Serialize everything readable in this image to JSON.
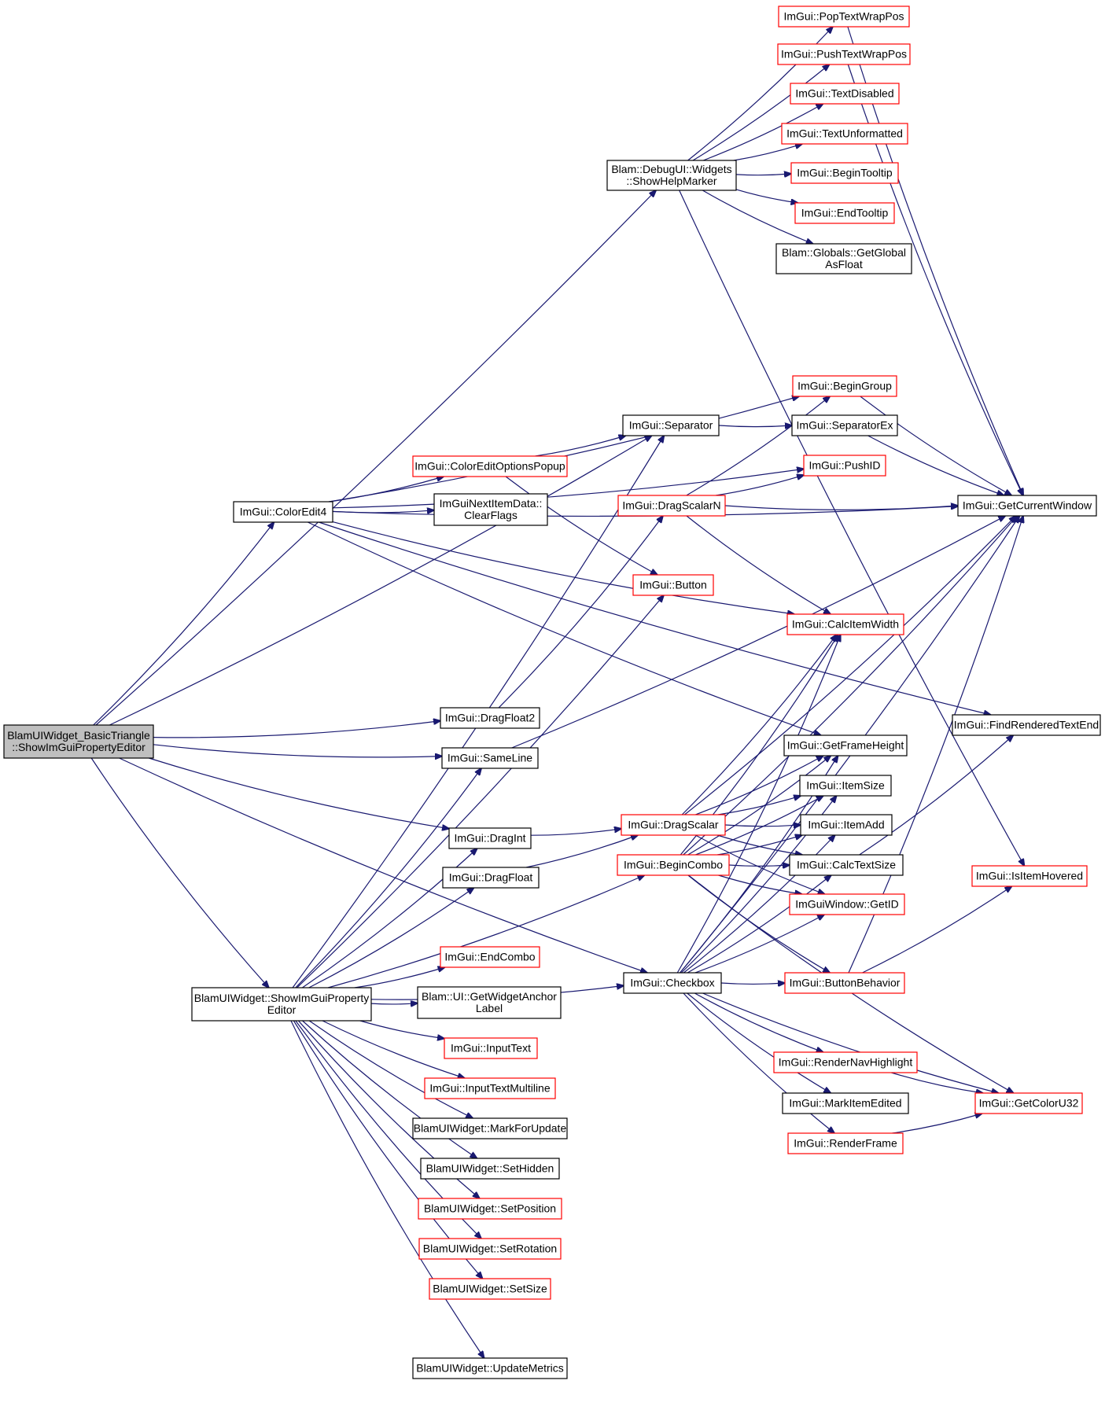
{
  "colors": {
    "edge": "#191970",
    "border_black": "#000000",
    "border_red": "#ff0000",
    "root_fill": "#bfbfbf",
    "fill": "#ffffff"
  },
  "nodes": {
    "root": {
      "lines": [
        "BlamUIWidget_BasicTriangle",
        "::ShowImGuiPropertyEditor"
      ],
      "border": "black",
      "fill": "gray"
    },
    "showHelp": {
      "lines": [
        "Blam::DebugUI::Widgets",
        "::ShowHelpMarker"
      ],
      "border": "black"
    },
    "popWrap": {
      "lines": [
        "ImGui::PopTextWrapPos"
      ],
      "border": "red"
    },
    "pushWrap": {
      "lines": [
        "ImGui::PushTextWrapPos"
      ],
      "border": "red"
    },
    "textDisabled": {
      "lines": [
        "ImGui::TextDisabled"
      ],
      "border": "red"
    },
    "textUnformatted": {
      "lines": [
        "ImGui::TextUnformatted"
      ],
      "border": "red"
    },
    "beginTooltip": {
      "lines": [
        "ImGui::BeginTooltip"
      ],
      "border": "red"
    },
    "endTooltip": {
      "lines": [
        "ImGui::EndTooltip"
      ],
      "border": "red"
    },
    "getGlobal": {
      "lines": [
        "Blam::Globals::GetGlobal",
        "AsFloat"
      ],
      "border": "black"
    },
    "beginGroup": {
      "lines": [
        "ImGui::BeginGroup"
      ],
      "border": "red"
    },
    "separator": {
      "lines": [
        "ImGui::Separator"
      ],
      "border": "black"
    },
    "separatorEx": {
      "lines": [
        "ImGui::SeparatorEx"
      ],
      "border": "black"
    },
    "colorEditOpt": {
      "lines": [
        "ImGui::ColorEditOptionsPopup"
      ],
      "border": "red"
    },
    "pushID": {
      "lines": [
        "ImGui::PushID"
      ],
      "border": "red"
    },
    "colorEdit4": {
      "lines": [
        "ImGui::ColorEdit4"
      ],
      "border": "black"
    },
    "clearFlags": {
      "lines": [
        "ImGuiNextItemData::",
        "ClearFlags"
      ],
      "border": "black"
    },
    "dragScalarN": {
      "lines": [
        "ImGui::DragScalarN"
      ],
      "border": "red"
    },
    "getCurWin": {
      "lines": [
        "ImGui::GetCurrentWindow"
      ],
      "border": "black"
    },
    "button": {
      "lines": [
        "ImGui::Button"
      ],
      "border": "red"
    },
    "calcItemWidth": {
      "lines": [
        "ImGui::CalcItemWidth"
      ],
      "border": "red"
    },
    "dragFloat2": {
      "lines": [
        "ImGui::DragFloat2"
      ],
      "border": "black"
    },
    "findRendered": {
      "lines": [
        "ImGui::FindRenderedTextEnd"
      ],
      "border": "black"
    },
    "sameLine": {
      "lines": [
        "ImGui::SameLine"
      ],
      "border": "black"
    },
    "getFrameHeight": {
      "lines": [
        "ImGui::GetFrameHeight"
      ],
      "border": "black"
    },
    "itemSize": {
      "lines": [
        "ImGui::ItemSize"
      ],
      "border": "black"
    },
    "dragInt": {
      "lines": [
        "ImGui::DragInt"
      ],
      "border": "black"
    },
    "dragScalar": {
      "lines": [
        "ImGui::DragScalar"
      ],
      "border": "red"
    },
    "itemAdd": {
      "lines": [
        "ImGui::ItemAdd"
      ],
      "border": "black"
    },
    "beginCombo": {
      "lines": [
        "ImGui::BeginCombo"
      ],
      "border": "red"
    },
    "calcTextSize": {
      "lines": [
        "ImGui::CalcTextSize"
      ],
      "border": "black"
    },
    "dragFloat": {
      "lines": [
        "ImGui::DragFloat"
      ],
      "border": "black"
    },
    "isItemHovered": {
      "lines": [
        "ImGui::IsItemHovered"
      ],
      "border": "red"
    },
    "getID": {
      "lines": [
        "ImGuiWindow::GetID"
      ],
      "border": "red"
    },
    "endCombo": {
      "lines": [
        "ImGui::EndCombo"
      ],
      "border": "red"
    },
    "checkbox": {
      "lines": [
        "ImGui::Checkbox"
      ],
      "border": "black"
    },
    "buttonBehavior": {
      "lines": [
        "ImGui::ButtonBehavior"
      ],
      "border": "red"
    },
    "showProp": {
      "lines": [
        "BlamUIWidget::ShowImGuiProperty",
        "Editor"
      ],
      "border": "black"
    },
    "getWidgetAnchor": {
      "lines": [
        "Blam::UI::GetWidgetAnchor",
        "Label"
      ],
      "border": "black"
    },
    "inputText": {
      "lines": [
        "ImGui::InputText"
      ],
      "border": "red"
    },
    "renderNavHighlight": {
      "lines": [
        "ImGui::RenderNavHighlight"
      ],
      "border": "red"
    },
    "inputTextMulti": {
      "lines": [
        "ImGui::InputTextMultiline"
      ],
      "border": "red"
    },
    "getColorU32": {
      "lines": [
        "ImGui::GetColorU32"
      ],
      "border": "red"
    },
    "markItemEdited": {
      "lines": [
        "ImGui::MarkItemEdited"
      ],
      "border": "black"
    },
    "markForUpdate": {
      "lines": [
        "BlamUIWidget::MarkForUpdate"
      ],
      "border": "black"
    },
    "renderFrame": {
      "lines": [
        "ImGui::RenderFrame"
      ],
      "border": "red"
    },
    "setHidden": {
      "lines": [
        "BlamUIWidget::SetHidden"
      ],
      "border": "black"
    },
    "setPosition": {
      "lines": [
        "BlamUIWidget::SetPosition"
      ],
      "border": "red"
    },
    "setRotation": {
      "lines": [
        "BlamUIWidget::SetRotation"
      ],
      "border": "red"
    },
    "setSize": {
      "lines": [
        "BlamUIWidget::SetSize"
      ],
      "border": "red"
    },
    "updateMetrics": {
      "lines": [
        "BlamUIWidget::UpdateMetrics"
      ],
      "border": "black"
    }
  },
  "edges": [
    [
      "root",
      "showHelp"
    ],
    [
      "root",
      "colorEdit4"
    ],
    [
      "root",
      "separator"
    ],
    [
      "root",
      "dragFloat2"
    ],
    [
      "root",
      "sameLine"
    ],
    [
      "root",
      "dragInt"
    ],
    [
      "root",
      "showProp"
    ],
    [
      "root",
      "checkbox"
    ],
    [
      "showHelp",
      "popWrap"
    ],
    [
      "showHelp",
      "pushWrap"
    ],
    [
      "showHelp",
      "textDisabled"
    ],
    [
      "showHelp",
      "textUnformatted"
    ],
    [
      "showHelp",
      "beginTooltip"
    ],
    [
      "showHelp",
      "endTooltip"
    ],
    [
      "showHelp",
      "getGlobal"
    ],
    [
      "showHelp",
      "isItemHovered"
    ],
    [
      "popWrap",
      "getCurWin"
    ],
    [
      "pushWrap",
      "getCurWin"
    ],
    [
      "colorEdit4",
      "beginGroup"
    ],
    [
      "colorEdit4",
      "pushID"
    ],
    [
      "colorEdit4",
      "colorEditOpt"
    ],
    [
      "colorEdit4",
      "clearFlags"
    ],
    [
      "colorEdit4",
      "getCurWin"
    ],
    [
      "colorEdit4",
      "calcItemWidth"
    ],
    [
      "colorEdit4",
      "findRendered"
    ],
    [
      "colorEdit4",
      "getFrameHeight"
    ],
    [
      "colorEditOpt",
      "separator"
    ],
    [
      "colorEditOpt",
      "button"
    ],
    [
      "separator",
      "separatorEx"
    ],
    [
      "separatorEx",
      "getCurWin"
    ],
    [
      "beginGroup",
      "getCurWin"
    ],
    [
      "dragScalarN",
      "beginGroup"
    ],
    [
      "dragScalarN",
      "pushID"
    ],
    [
      "dragScalarN",
      "getCurWin"
    ],
    [
      "dragScalarN",
      "calcItemWidth"
    ],
    [
      "dragFloat2",
      "dragScalarN"
    ],
    [
      "sameLine",
      "getCurWin"
    ],
    [
      "dragInt",
      "dragScalar"
    ],
    [
      "dragFloat",
      "dragScalar"
    ],
    [
      "dragScalar",
      "getCurWin"
    ],
    [
      "dragScalar",
      "calcItemWidth"
    ],
    [
      "dragScalar",
      "getFrameHeight"
    ],
    [
      "dragScalar",
      "itemSize"
    ],
    [
      "dragScalar",
      "itemAdd"
    ],
    [
      "dragScalar",
      "calcTextSize"
    ],
    [
      "dragScalar",
      "getID"
    ],
    [
      "beginCombo",
      "getCurWin"
    ],
    [
      "beginCombo",
      "calcItemWidth"
    ],
    [
      "beginCombo",
      "getFrameHeight"
    ],
    [
      "beginCombo",
      "itemSize"
    ],
    [
      "beginCombo",
      "itemAdd"
    ],
    [
      "beginCombo",
      "calcTextSize"
    ],
    [
      "beginCombo",
      "getID"
    ],
    [
      "beginCombo",
      "buttonBehavior"
    ],
    [
      "beginCombo",
      "getColorU32"
    ],
    [
      "calcTextSize",
      "findRendered"
    ],
    [
      "buttonBehavior",
      "isItemHovered"
    ],
    [
      "buttonBehavior",
      "getCurWin"
    ],
    [
      "checkbox",
      "getCurWin"
    ],
    [
      "checkbox",
      "getFrameHeight"
    ],
    [
      "checkbox",
      "itemSize"
    ],
    [
      "checkbox",
      "itemAdd"
    ],
    [
      "checkbox",
      "calcTextSize"
    ],
    [
      "checkbox",
      "getID"
    ],
    [
      "checkbox",
      "buttonBehavior"
    ],
    [
      "checkbox",
      "renderNavHighlight"
    ],
    [
      "checkbox",
      "markItemEdited"
    ],
    [
      "checkbox",
      "renderFrame"
    ],
    [
      "checkbox",
      "getColorU32"
    ],
    [
      "checkbox",
      "calcItemWidth"
    ],
    [
      "renderNavHighlight",
      "getColorU32"
    ],
    [
      "renderFrame",
      "getColorU32"
    ],
    [
      "showProp",
      "separator"
    ],
    [
      "showProp",
      "sameLine"
    ],
    [
      "showProp",
      "dragInt"
    ],
    [
      "showProp",
      "dragFloat"
    ],
    [
      "showProp",
      "beginCombo"
    ],
    [
      "showProp",
      "endCombo"
    ],
    [
      "showProp",
      "getWidgetAnchor"
    ],
    [
      "showProp",
      "inputText"
    ],
    [
      "showProp",
      "inputTextMulti"
    ],
    [
      "showProp",
      "markForUpdate"
    ],
    [
      "showProp",
      "setHidden"
    ],
    [
      "showProp",
      "setPosition"
    ],
    [
      "showProp",
      "setRotation"
    ],
    [
      "showProp",
      "setSize"
    ],
    [
      "showProp",
      "updateMetrics"
    ],
    [
      "showProp",
      "checkbox"
    ],
    [
      "showProp",
      "button"
    ]
  ]
}
